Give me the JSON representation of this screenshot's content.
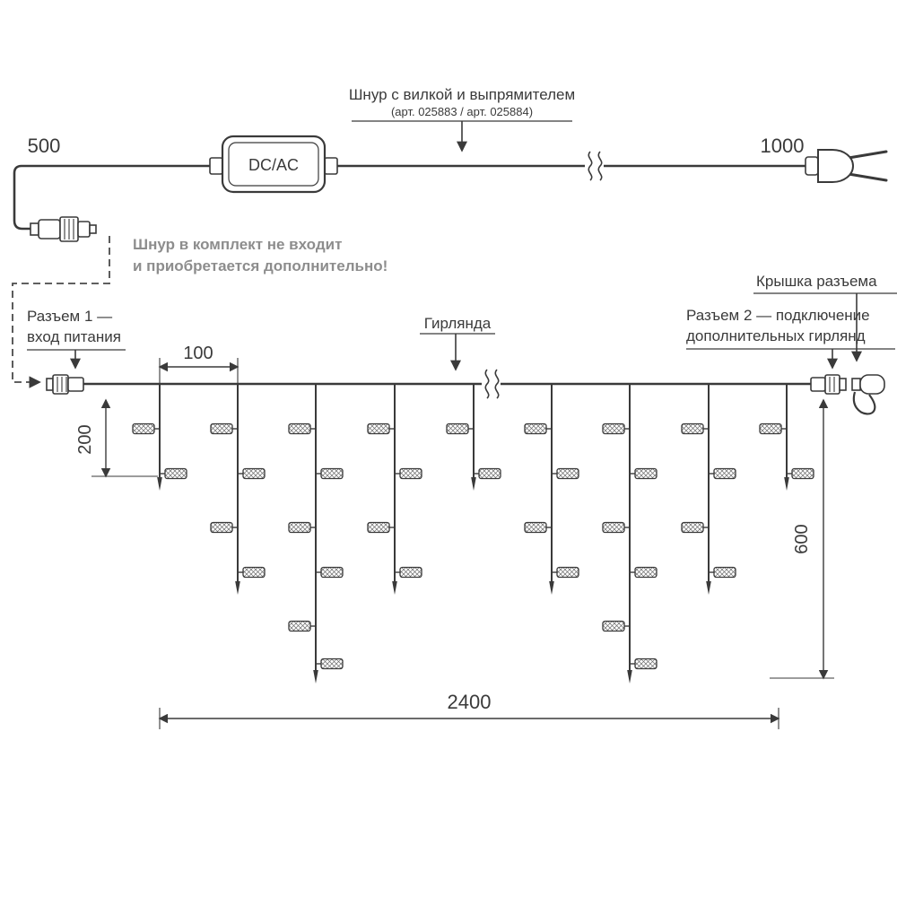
{
  "labels": {
    "cord_title": "Шнур с вилкой и выпрямителем",
    "cord_subtitle": "(арт. 025883 / арт. 025884)",
    "dcac_label": "DC/AC",
    "note_line1": "Шнур в комплект не входит",
    "note_line2": "и приобретается дополнительно!",
    "connector1_line1": "Разъем 1 —",
    "connector1_line2": "вход питания",
    "garland_label": "Гирлянда",
    "cap_label": "Крышка разъема",
    "connector2_line1": "Разъем 2 — подключение",
    "connector2_line2": "дополнительных гирлянд"
  },
  "dimensions": {
    "cord_left_length": "500",
    "cord_right_length": "1000",
    "drop_spacing": "100",
    "short_drop_height": "200",
    "long_drop_height": "600",
    "garland_length": "2400"
  },
  "colors": {
    "ink": "#3a3a3a",
    "note_gray": "#8d8d8d"
  }
}
